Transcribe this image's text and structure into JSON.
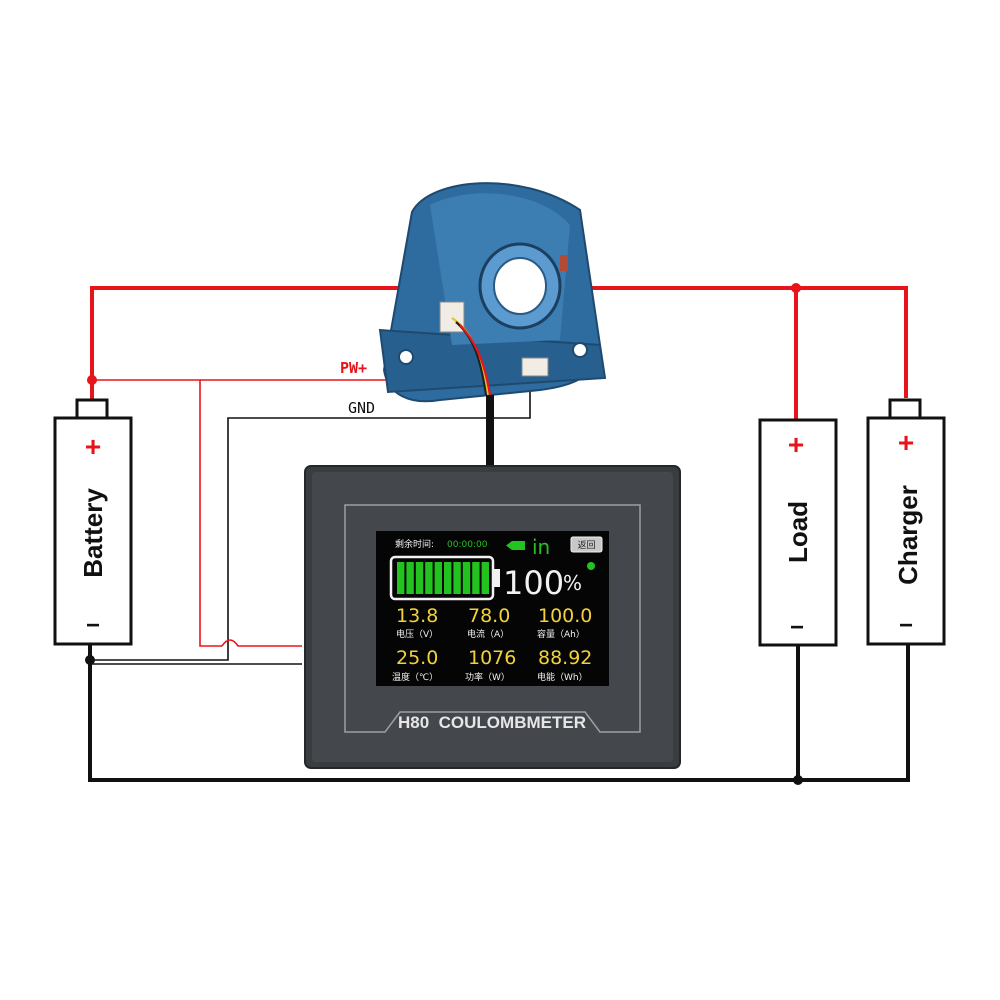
{
  "wiring": {
    "pw_label": "PW+",
    "gnd_label": "GND"
  },
  "battery": {
    "label": "Battery",
    "plus": "+",
    "minus": "−"
  },
  "load": {
    "label": "Load",
    "plus": "+",
    "minus": "−"
  },
  "charger": {
    "label": "Charger",
    "plus": "+",
    "minus": "−"
  },
  "device": {
    "model_label": "H80  COULOMBMETER",
    "screen": {
      "remaining_label": "剩余时间:",
      "remaining_value": "00:00:00",
      "direction": "in",
      "back_button": "返回",
      "percent": "100",
      "percent_unit": "%",
      "cells": [
        {
          "value": "13.8",
          "label": "电压（V）"
        },
        {
          "value": "78.0",
          "label": "电流（A）"
        },
        {
          "value": "100.0",
          "label": "容量（Ah）"
        },
        {
          "value": "25.0",
          "label": "温度（℃）"
        },
        {
          "value": "1076",
          "label": "功率（W）"
        },
        {
          "value": "88.92",
          "label": "电能（Wh）"
        }
      ]
    }
  },
  "colors": {
    "positive_wire": "#e8141b",
    "negative_wire": "#111111",
    "sensor_blue": "#2e6b9e",
    "screen_green": "#22c21f",
    "screen_yellow": "#f2d23a"
  }
}
